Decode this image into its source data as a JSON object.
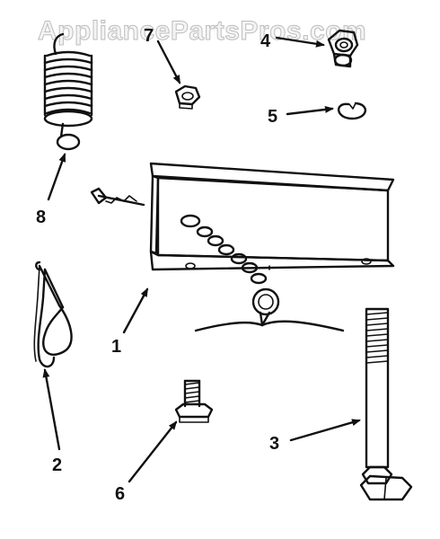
{
  "watermark": "AppliancePartsPros.com",
  "callouts": {
    "c1": "1",
    "c2": "2",
    "c3": "3",
    "c4": "4",
    "c5": "5",
    "c6": "6",
    "c7": "7",
    "c8": "8"
  },
  "colors": {
    "ink": "#111111",
    "background": "#ffffff"
  }
}
